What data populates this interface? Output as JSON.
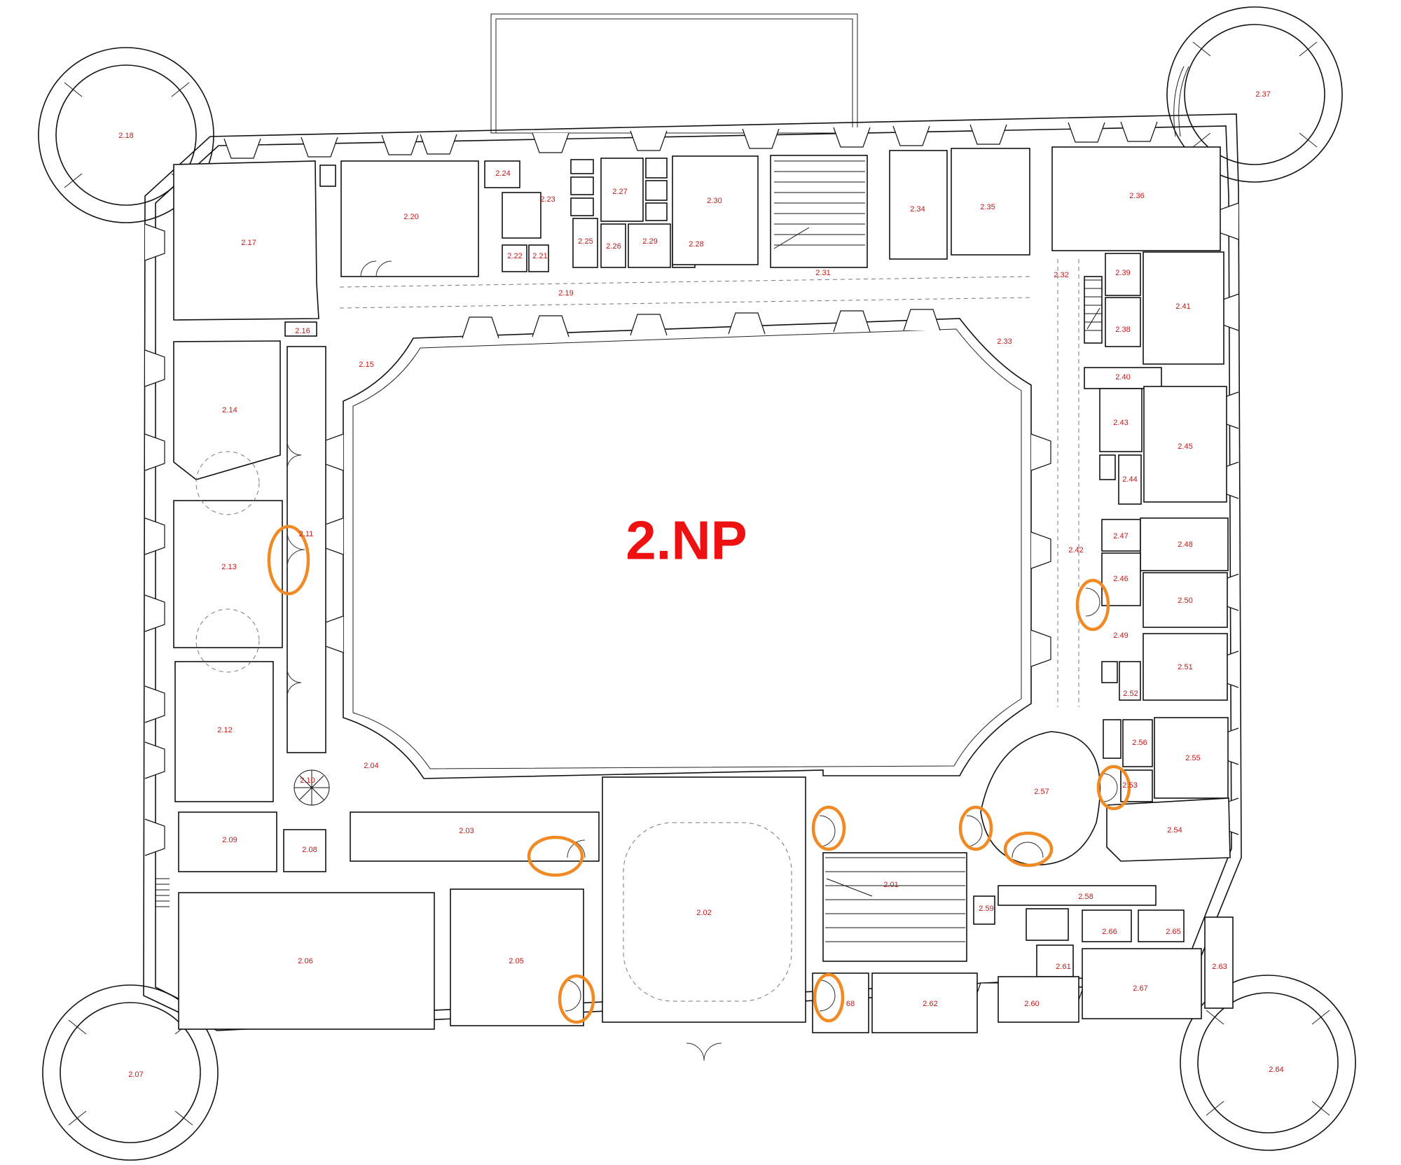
{
  "title": "2.NP",
  "colors": {
    "label": "#c21818",
    "title": "#ee1111",
    "highlight": "#f08a24",
    "wall": "#111111"
  },
  "rooms": {
    "r201": "2.01",
    "r202": "2.02",
    "r203": "2.03",
    "r204": "2.04",
    "r205": "2.05",
    "r206": "2.06",
    "r207": "2.07",
    "r208": "2.08",
    "r209": "2.09",
    "r210": "2.10",
    "r211": "2.11",
    "r212": "2.12",
    "r213": "2.13",
    "r214": "2.14",
    "r215": "2.15",
    "r216": "2.16",
    "r217": "2.17",
    "r218": "2.18",
    "r219": "2.19",
    "r220": "2.20",
    "r221": "2.21",
    "r222": "2.22",
    "r223": "2.23",
    "r224": "2.24",
    "r225": "2.25",
    "r226": "2.26",
    "r227": "2.27",
    "r228": "2.28",
    "r229": "2.29",
    "r230": "2.30",
    "r231": "2.31",
    "r232": "2.32",
    "r233": "2.33",
    "r234": "2.34",
    "r235": "2.35",
    "r236": "2.36",
    "r237": "2.37",
    "r238": "2.38",
    "r239": "2.39",
    "r240": "2.40",
    "r241": "2.41",
    "r242": "2.42",
    "r243": "2.43",
    "r244": "2.44",
    "r245": "2.45",
    "r246": "2.46",
    "r247": "2.47",
    "r248": "2.48",
    "r249": "2.49",
    "r250": "2.50",
    "r251": "2.51",
    "r252": "2.52",
    "r253": "2.53",
    "r254": "2.54",
    "r255": "2.55",
    "r256": "2.56",
    "r257": "2.57",
    "r258": "2.58",
    "r259": "2.59",
    "r260": "2.60",
    "r261": "2.61",
    "r262": "2.62",
    "r263": "2.63",
    "r264": "2.64",
    "r265": "2.65",
    "r266": "2.66",
    "r267": "2.67",
    "r268": "68"
  }
}
